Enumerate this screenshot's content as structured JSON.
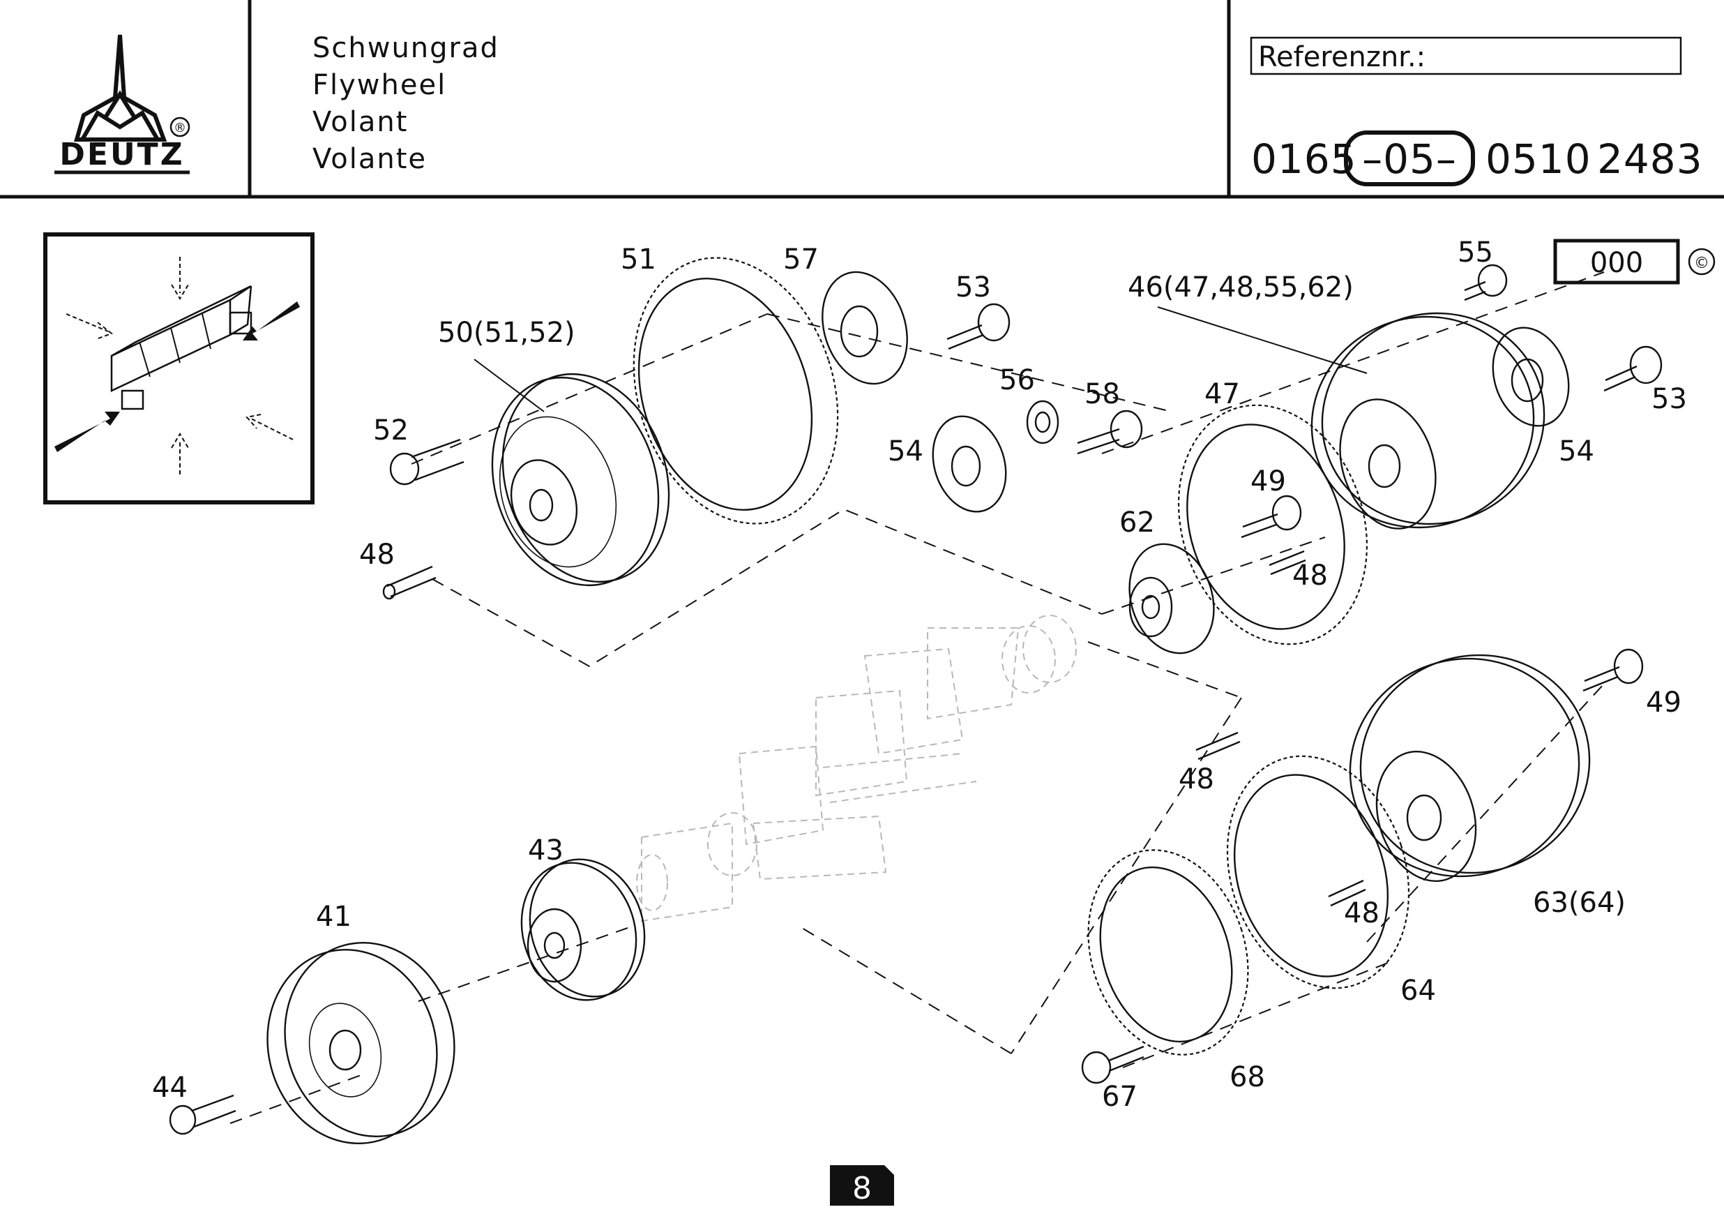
{
  "header": {
    "brand": "DEUTZ",
    "registered_mark": "®",
    "titles": [
      "Schwungrad",
      "Flywheel",
      "Volant",
      "Volante"
    ],
    "reference_label": "Referenznr.:",
    "part_number": {
      "prefix": "0165",
      "group": "–05–",
      "middle": "0510",
      "suffix": "2483"
    },
    "version_box": "000",
    "copyright_mark": "©"
  },
  "callouts": {
    "c51": "51",
    "c57": "57",
    "c53a": "53",
    "c55": "55",
    "c46": "46(47,48,55,62)",
    "c50": "50(51,52)",
    "c56": "56",
    "c58": "58",
    "c47": "47",
    "c53b": "53",
    "c52": "52",
    "c54a": "54",
    "c54b": "54",
    "c49a": "49",
    "c62": "62",
    "c48a": "48",
    "c48b": "48",
    "c48c": "48",
    "c48d": "48",
    "c49b": "49",
    "c43": "43",
    "c41": "41",
    "c63": "63(64)",
    "c64": "64",
    "c44": "44",
    "c67": "67",
    "c68": "68"
  },
  "footer": {
    "page_number": "8"
  },
  "icons": [
    "deutz-logo-icon",
    "press-fit-detail-icon"
  ]
}
